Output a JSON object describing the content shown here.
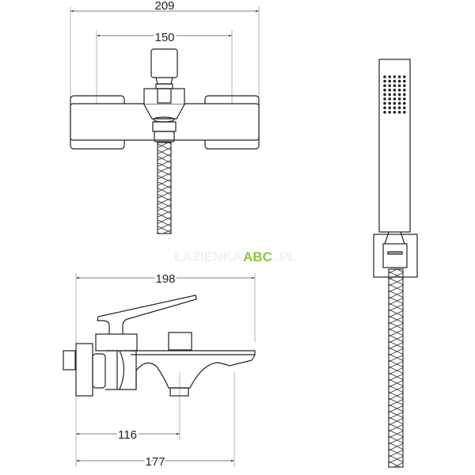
{
  "dimensions": {
    "top_overall_width": "209",
    "top_handle_spacing": "150",
    "side_overall_length": "198",
    "side_outlet_distance": "116",
    "side_spout_length": "177"
  },
  "watermark": {
    "prefix": "ŁAZIENKA",
    "brand": "ABC",
    "suffix": ".PL",
    "brand_color": "#8cc63f"
  }
}
